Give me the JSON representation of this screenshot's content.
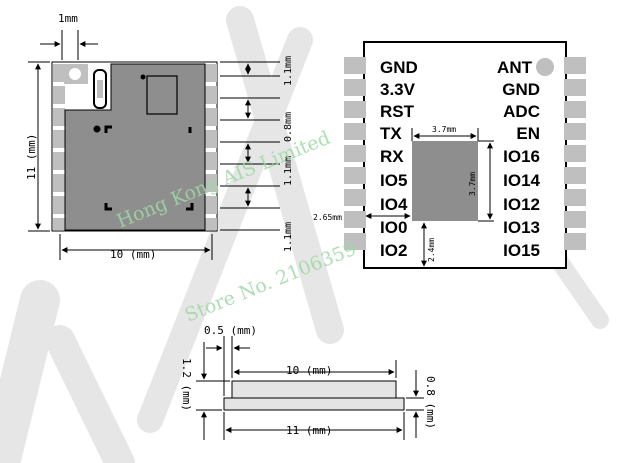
{
  "palette": {
    "board": "#8e8e8e",
    "pad": "#bfbfbf",
    "outline": "#000000",
    "watermark": "#9fd9a6",
    "stroke": "#dcdcdc"
  },
  "top_view": {
    "label_1mm": "1mm",
    "label_11mm_v": "11 (mm)",
    "label_10mm": "10 (mm)",
    "right_dims": [
      "1.1mm",
      "0.8mm",
      "1.1mm",
      "1.1mm"
    ]
  },
  "pinout": {
    "left_pins": [
      "GND",
      "3.3V",
      "RST",
      "TX",
      "RX",
      "IO5",
      "IO4",
      "IO0",
      "IO2"
    ],
    "right_pins": [
      "ANT",
      "GND",
      "ADC",
      "EN",
      "IO16",
      "IO14",
      "IO12",
      "IO13",
      "IO15"
    ],
    "dim_top": "3.7mm",
    "dim_side": "3.7mm",
    "dim_left": "2.65mm",
    "dim_bottom": "2.4mm"
  },
  "side_view": {
    "label_05": "0.5 (mm)",
    "label_12": "1.2 (mm)",
    "label_10": "10 (mm)",
    "label_08": "0.8 (mm)",
    "label_11": "11 (mm)"
  },
  "watermark": {
    "line1": "Hong Kong AIS Limited",
    "line2": "Store No. 2106359"
  }
}
